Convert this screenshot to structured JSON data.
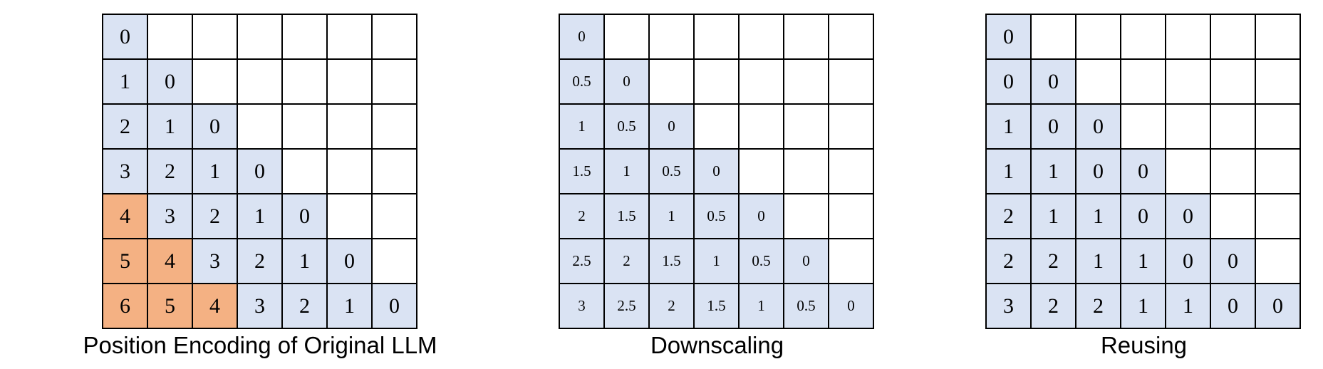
{
  "colors": {
    "filled": "#dae3f3",
    "highlight": "#f4b183",
    "empty": "#ffffff",
    "border": "#000000"
  },
  "matrices": [
    {
      "caption": "Position Encoding of Original LLM",
      "rows": [
        [
          "0"
        ],
        [
          "1",
          "0"
        ],
        [
          "2",
          "1",
          "0"
        ],
        [
          "3",
          "2",
          "1",
          "0"
        ],
        [
          "4",
          "3",
          "2",
          "1",
          "0"
        ],
        [
          "5",
          "4",
          "3",
          "2",
          "1",
          "0"
        ],
        [
          "6",
          "5",
          "4",
          "3",
          "2",
          "1",
          "0"
        ]
      ],
      "highlighted_values": [
        "4",
        "5",
        "6"
      ]
    },
    {
      "caption": "Downscaling",
      "rows": [
        [
          "0"
        ],
        [
          "0.5",
          "0"
        ],
        [
          "1",
          "0.5",
          "0"
        ],
        [
          "1.5",
          "1",
          "0.5",
          "0"
        ],
        [
          "2",
          "1.5",
          "1",
          "0.5",
          "0"
        ],
        [
          "2.5",
          "2",
          "1.5",
          "1",
          "0.5",
          "0"
        ],
        [
          "3",
          "2.5",
          "2",
          "1.5",
          "1",
          "0.5",
          "0"
        ]
      ],
      "highlighted_values": []
    },
    {
      "caption": "Reusing",
      "rows": [
        [
          "0"
        ],
        [
          "0",
          "0"
        ],
        [
          "1",
          "0",
          "0"
        ],
        [
          "1",
          "1",
          "0",
          "0"
        ],
        [
          "2",
          "1",
          "1",
          "0",
          "0"
        ],
        [
          "2",
          "2",
          "1",
          "1",
          "0",
          "0"
        ],
        [
          "3",
          "2",
          "2",
          "1",
          "1",
          "0",
          "0"
        ]
      ],
      "highlighted_values": []
    }
  ]
}
